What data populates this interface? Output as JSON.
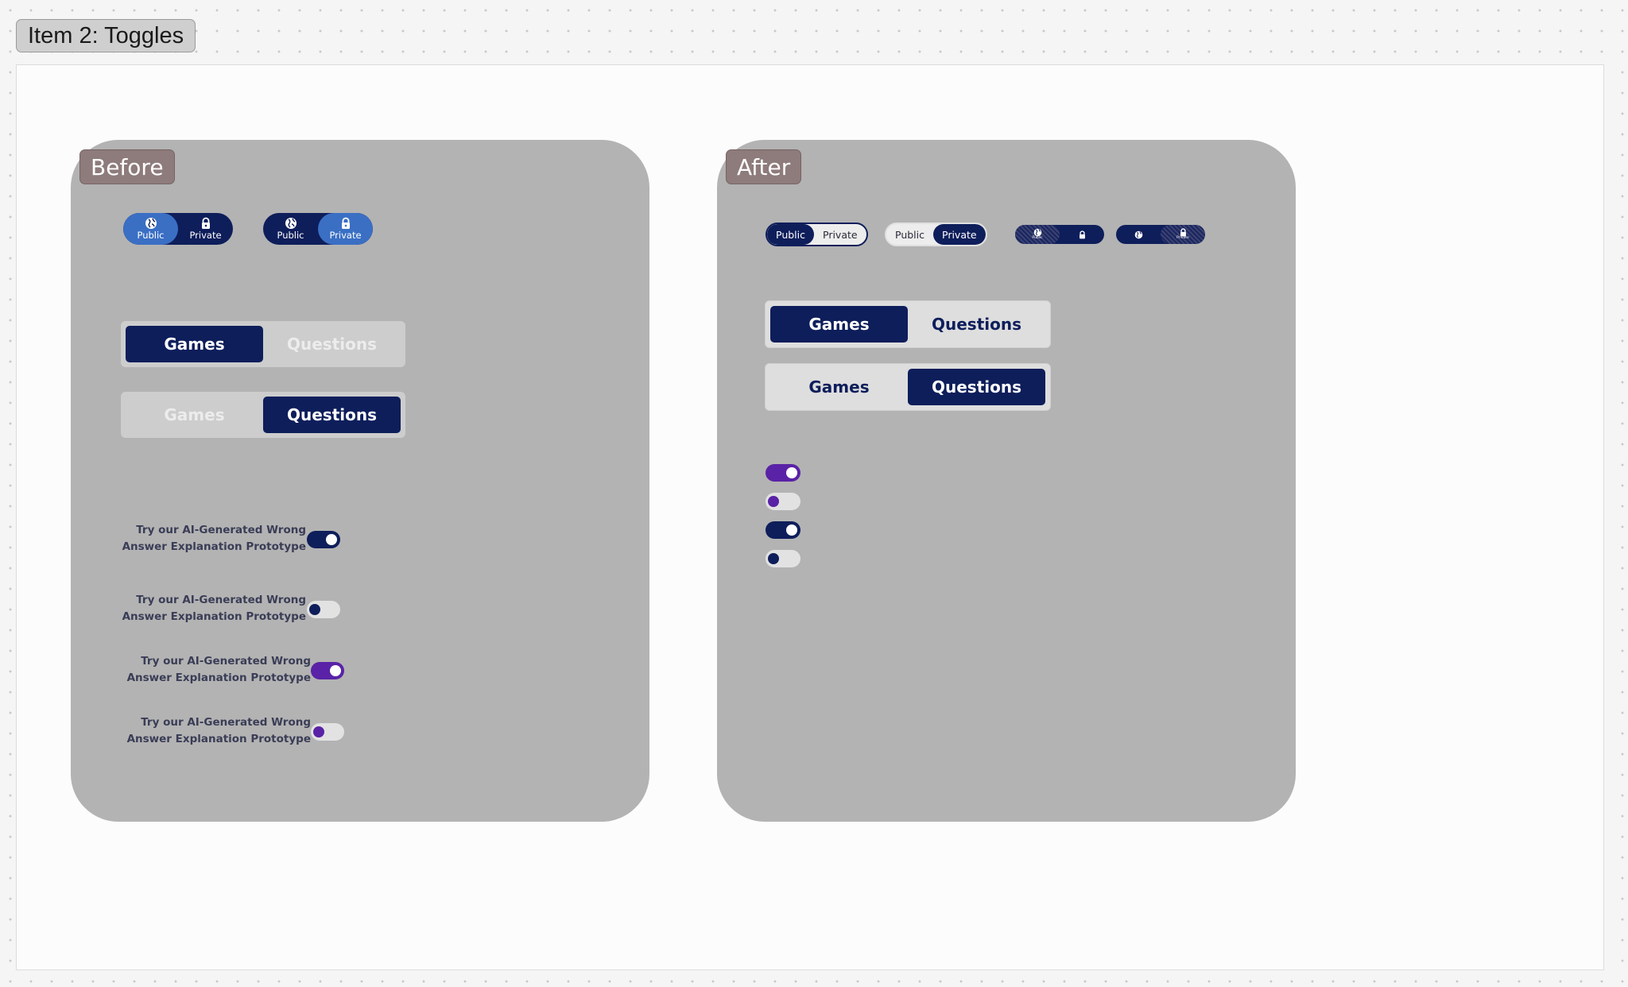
{
  "page": {
    "title": "Item 2: Toggles"
  },
  "before": {
    "label": "Before",
    "icon_toggles": [
      {
        "options": [
          {
            "label": "Public",
            "icon": "globe-icon"
          },
          {
            "label": "Private",
            "icon": "lock-icon"
          }
        ],
        "selected": "Public"
      },
      {
        "options": [
          {
            "label": "Public",
            "icon": "globe-icon"
          },
          {
            "label": "Private",
            "icon": "lock-icon"
          }
        ],
        "selected": "Private"
      }
    ],
    "segmented": [
      {
        "options": [
          "Games",
          "Questions"
        ],
        "selected": "Games"
      },
      {
        "options": [
          "Games",
          "Questions"
        ],
        "selected": "Questions"
      }
    ],
    "switch_rows": [
      {
        "line1": "Try our AI-Generated Wrong",
        "line2": "Answer Explanation Prototype",
        "state": "on",
        "color": "#0e1e5b"
      },
      {
        "line1": "Try our AI-Generated Wrong",
        "line2": "Answer Explanation Prototype",
        "state": "off",
        "color": "#0e1e5b"
      },
      {
        "line1": "Try our AI-Generated Wrong",
        "line2": "Answer Explanation Prototype",
        "state": "on",
        "color": "#5a22a6"
      },
      {
        "line1": "Try our AI-Generated Wrong",
        "line2": "Answer Explanation Prototype",
        "state": "off",
        "color": "#5a22a6"
      }
    ]
  },
  "after": {
    "label": "After",
    "text_toggles": [
      {
        "options": [
          "Public",
          "Private"
        ],
        "selected": "Public"
      },
      {
        "options": [
          "Public",
          "Private"
        ],
        "selected": "Private"
      }
    ],
    "mini_icon_toggles": [
      {
        "options": [
          {
            "label": "Public",
            "icon": "globe-icon"
          },
          {
            "label": "Private",
            "icon": "lock-icon"
          }
        ],
        "selected": "Public"
      },
      {
        "options": [
          {
            "label": "Public",
            "icon": "globe-icon"
          },
          {
            "label": "Private",
            "icon": "lock-icon"
          }
        ],
        "selected": "Private"
      }
    ],
    "segmented": [
      {
        "options": [
          "Games",
          "Questions"
        ],
        "selected": "Games"
      },
      {
        "options": [
          "Games",
          "Questions"
        ],
        "selected": "Questions"
      }
    ],
    "switches": [
      {
        "state": "on",
        "color": "#5a22a6"
      },
      {
        "state": "off",
        "color": "#5a22a6"
      },
      {
        "state": "on",
        "color": "#0e1e5b"
      },
      {
        "state": "off",
        "color": "#0e1e5b"
      }
    ]
  },
  "colors": {
    "navy": "#0e1e5b",
    "purple": "#5a22a6",
    "active_blue": "#3a6fc4",
    "card": "#b3b3b3",
    "tag": "#8e7b7b"
  }
}
